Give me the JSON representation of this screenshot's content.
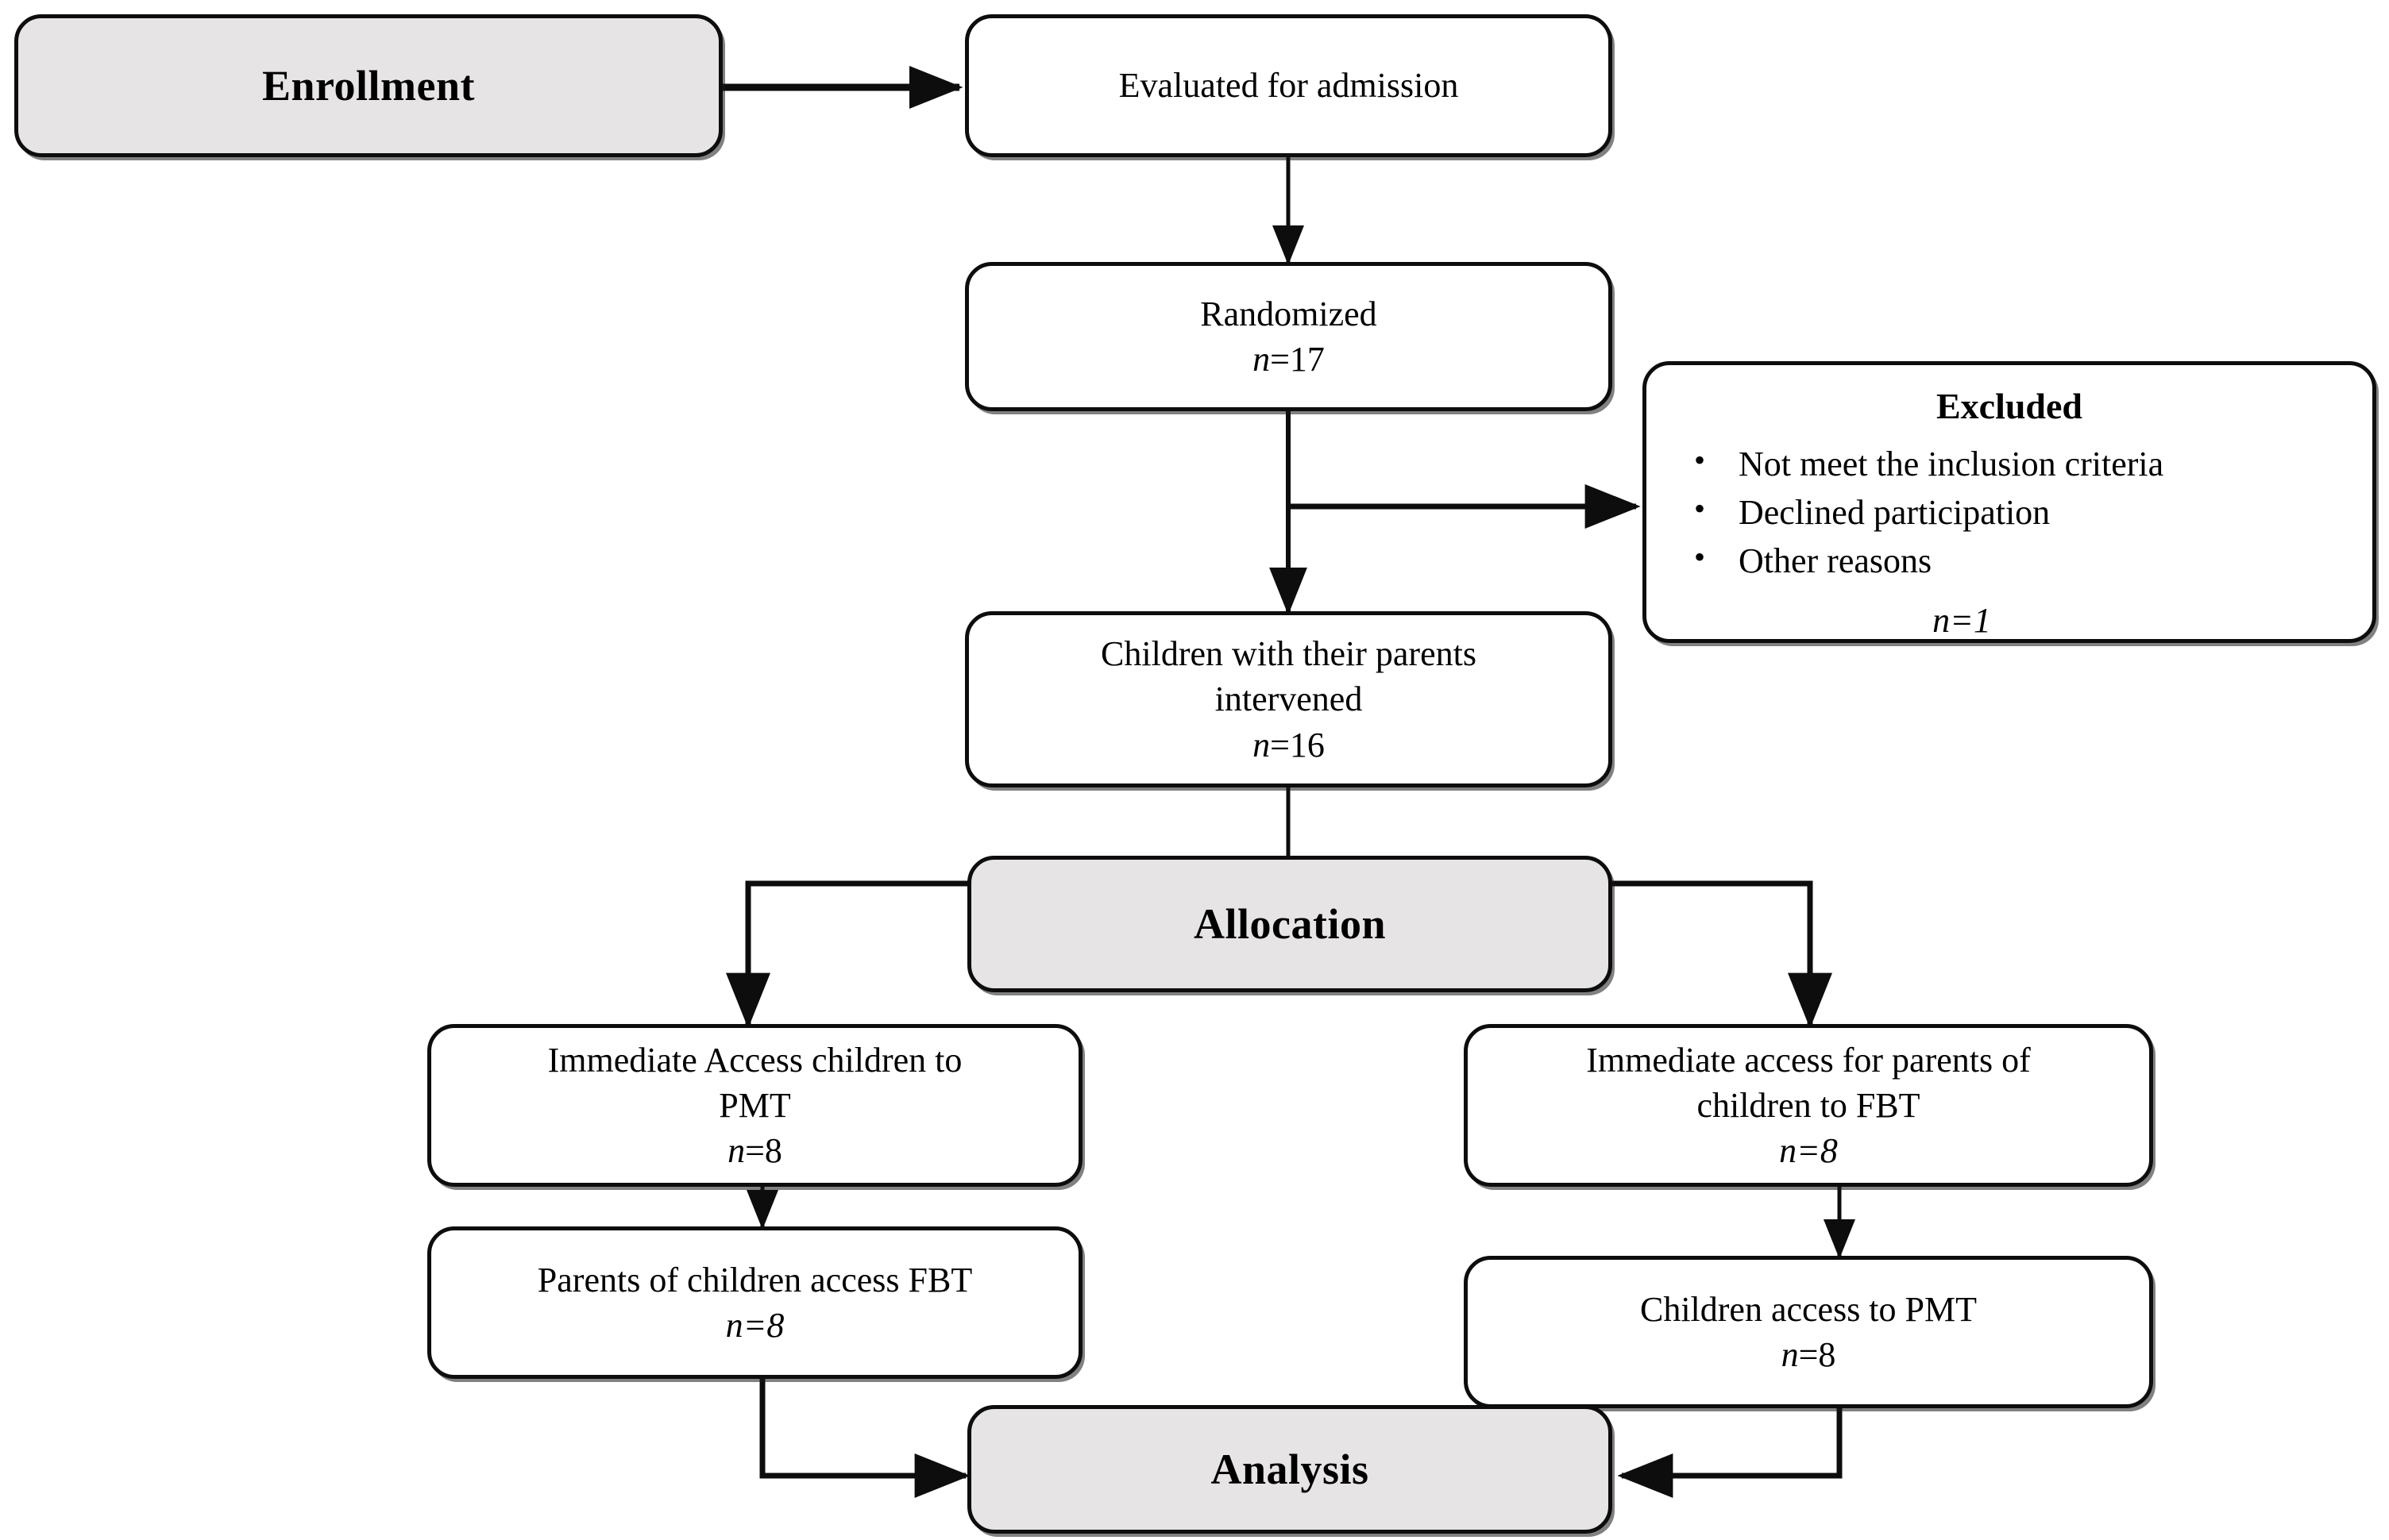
{
  "figure": {
    "type": "consort-flow-diagram",
    "title": "CONSORT participant flow diagram"
  },
  "stages": {
    "enrollment": "Enrollment",
    "allocation": "Allocation",
    "analysis": "Analysis"
  },
  "nodes": {
    "evaluated": {
      "label": "Evaluated for admission"
    },
    "randomized": {
      "label": "Randomized",
      "n": "n=17",
      "n_prefix": "n",
      "n_value": "=17"
    },
    "excluded": {
      "heading": "Excluded",
      "reasons": [
        "Not meet the inclusion criteria",
        "Declined participation",
        "Other reasons"
      ],
      "n": "n=1",
      "n_prefix": "n",
      "n_value": "=1"
    },
    "intervened": {
      "line1": "Children with their parents",
      "line2": "intervened",
      "n": "n=16",
      "n_prefix": "n",
      "n_value": "=16"
    },
    "left_arm_top": {
      "line1": "Immediate Access children to",
      "line2": "PMT",
      "n": "n=8",
      "n_prefix": "n",
      "n_value": "=8"
    },
    "right_arm_top": {
      "line1": "Immediate access for parents of",
      "line2": "children to FBT",
      "n": "n=8",
      "n_prefix": "n",
      "n_value": "=8"
    },
    "left_arm_bottom": {
      "line1": "Parents of children access FBT",
      "n": "n=8",
      "n_prefix": "n",
      "n_value": "=8"
    },
    "right_arm_bottom": {
      "line1": "Children access to PMT",
      "n": "n=8",
      "n_prefix": "n",
      "n_value": "=8"
    }
  },
  "colors": {
    "stroke": "#0d0d0d",
    "shaded_fill": "#e6e4e5",
    "plain_fill": "#ffffff",
    "text": "#000000"
  }
}
